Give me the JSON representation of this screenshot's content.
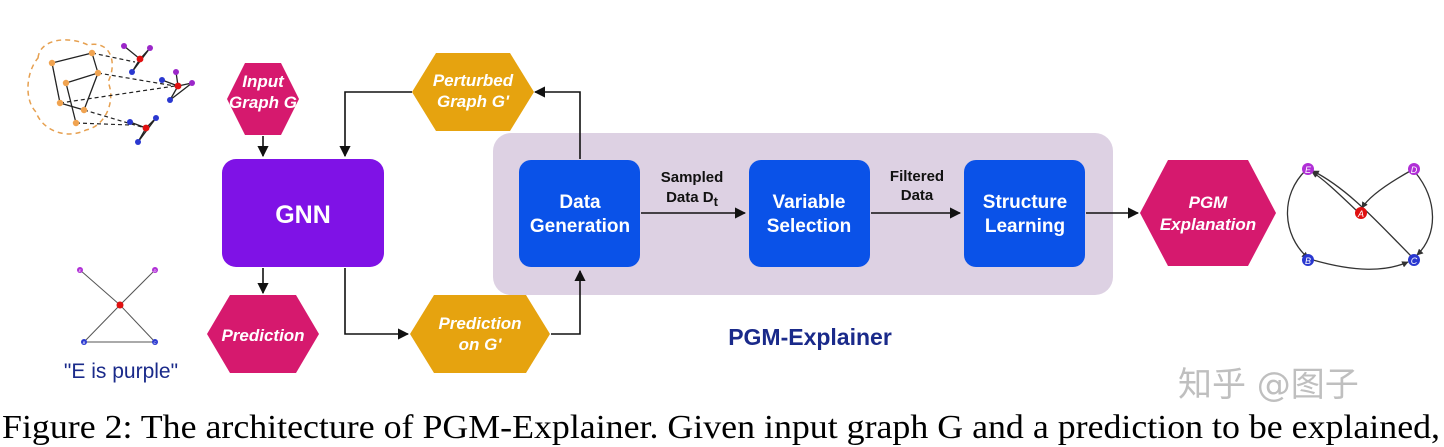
{
  "colors": {
    "magenta": "#d6196e",
    "orange": "#e6a30f",
    "purple": "#7f12e6",
    "blue": "#0a52e8",
    "panel": "#ddd1e3",
    "title_blue": "#1a2a8a"
  },
  "nodes": {
    "input_graph": [
      "Input",
      "Graph G"
    ],
    "perturbed_graph": [
      "Perturbed",
      "Graph G'"
    ],
    "gnn": "GNN",
    "prediction": "Prediction",
    "prediction_on_g": [
      "Prediction",
      "on G'"
    ],
    "data_generation": [
      "Data",
      "Generation"
    ],
    "variable_selection": [
      "Variable",
      "Selection"
    ],
    "structure_learning": [
      "Structure",
      "Learning"
    ],
    "pgm_explanation": [
      "PGM",
      "Explanation"
    ]
  },
  "edge_labels": {
    "sampled_data": [
      "Sampled",
      "Data D"
    ],
    "sampled_data_subscript": "t",
    "filtered_data": [
      "Filtered",
      "Data"
    ]
  },
  "panel_title": "PGM-Explainer",
  "small_graph_caption": "\"E is purple\"",
  "graph_node_labels": {
    "small": [
      "E",
      "D",
      "B",
      "C"
    ],
    "explanation": [
      "E",
      "D",
      "A",
      "B",
      "C"
    ]
  },
  "caption": "Figure 2: The architecture of PGM-Explainer. Given input graph G and a prediction to be explained,",
  "watermark": "知乎 @图子"
}
